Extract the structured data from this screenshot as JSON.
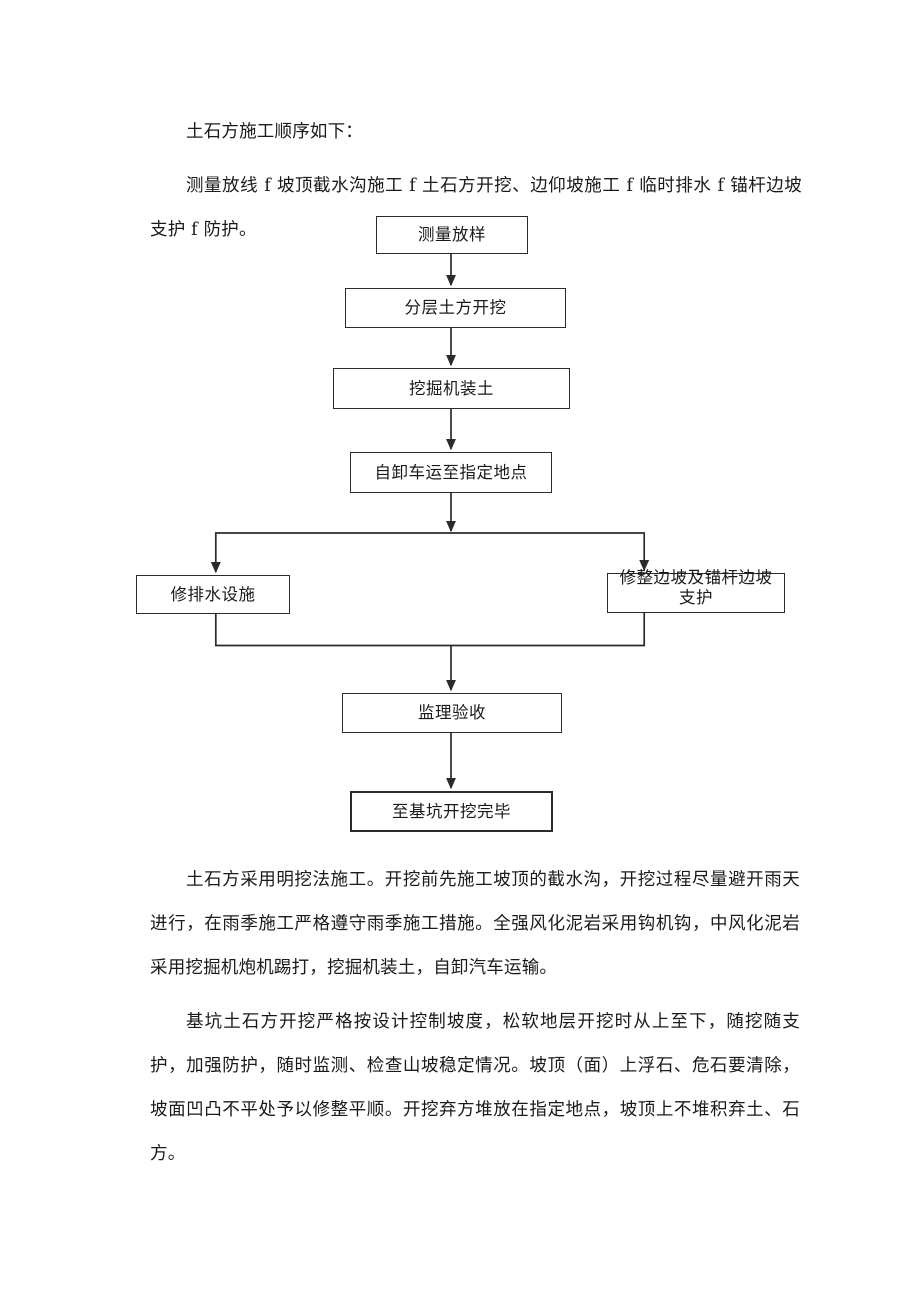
{
  "document": {
    "paragraphs": {
      "intro": "土石方施工顺序如下：",
      "sequence": "测量放线 f 坡顶截水沟施工 f 土石方开挖、边仰坡施工 f 临时排水 f 锚杆边坡支护 f 防护。",
      "open_cut": "土石方采用明挖法施工。开挖前先施工坡顶的截水沟，开挖过程尽量避开雨天进行，在雨季施工严格遵守雨季施工措施。全强风化泥岩采用钩机钩，中风化泥岩采用挖掘机炮机踢打，挖掘机装土，自卸汽车运输。",
      "slope_control": "基坑土石方开挖严格按设计控制坡度，松软地层开挖时从上至下，随挖随支护，加强防护，随时监测、检查山坡稳定情况。坡顶（面）上浮石、危石要清除，坡面凹凸不平处予以修整平顺。开挖弃方堆放在指定地点，坡顶上不堆积弃土、石方。"
    }
  },
  "flowchart": {
    "nodes": {
      "survey": "测量放样",
      "layered_excavation": "分层土方开挖",
      "excavator_loading": "挖掘机装土",
      "dump_truck_haul": "自卸车运至指定地点",
      "drainage_facility": "修排水设施",
      "slope_anchor_support": "修整边坡及锚杆边坡支护",
      "supervision_acceptance": "监理验收",
      "excavation_complete": "至基坑开挖完毕"
    },
    "colors": {
      "border": "#2b2b2b",
      "connector": "#2b2b2b",
      "background": "#ffffff",
      "text": "#1a1a1a"
    }
  }
}
